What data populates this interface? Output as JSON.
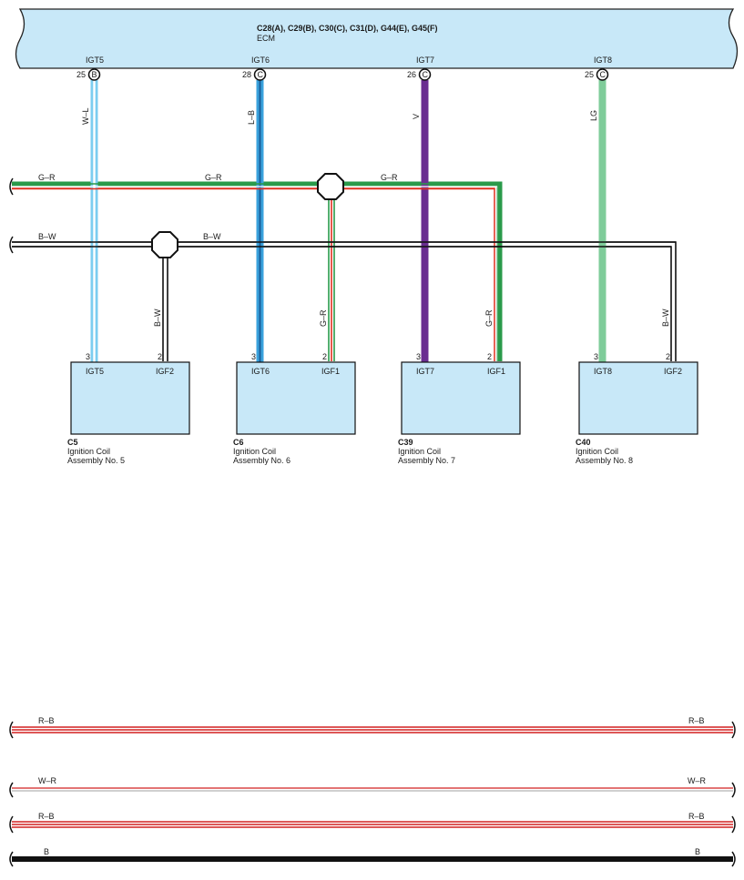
{
  "ecm": {
    "connectors": "C28(A), C29(B), C30(C), C31(D), G44(E), G45(F)",
    "name": "ECM"
  },
  "ecm_pins": [
    {
      "signal": "IGT5",
      "pin": "25",
      "connector": "B",
      "wire": "W–L"
    },
    {
      "signal": "IGT6",
      "pin": "28",
      "connector": "C",
      "wire": "L–B"
    },
    {
      "signal": "IGT7",
      "pin": "26",
      "connector": "C",
      "wire": "V"
    },
    {
      "signal": "IGT8",
      "pin": "25",
      "connector": "C",
      "wire": "LG"
    }
  ],
  "bus_wires": {
    "g_r": "G–R",
    "b_w": "B–W"
  },
  "coils": [
    {
      "code": "C5",
      "name": "Ignition Coil",
      "assembly": "Assembly No.  5",
      "pin_left": "3",
      "signal_left": "IGT5",
      "pin_right": "2",
      "signal_right": "IGF2",
      "drop_wire": "B–W"
    },
    {
      "code": "C6",
      "name": "Ignition Coil",
      "assembly": "Assembly No.  6",
      "pin_left": "3",
      "signal_left": "IGT6",
      "pin_right": "2",
      "signal_right": "IGF1",
      "drop_wire": "G–R"
    },
    {
      "code": "C39",
      "name": "Ignition Coil",
      "assembly": "Assembly No.  7",
      "pin_left": "3",
      "signal_left": "IGT7",
      "pin_right": "2",
      "signal_right": "IGF1",
      "drop_wire": "G–R"
    },
    {
      "code": "C40",
      "name": "Ignition Coil",
      "assembly": "Assembly No.  8",
      "pin_left": "3",
      "signal_left": "IGT8",
      "pin_right": "2",
      "signal_right": "IGF2",
      "drop_wire": "B–W"
    }
  ],
  "power_lines": [
    {
      "label": "R–B",
      "color": "#d22020",
      "style": "double"
    },
    {
      "label": "W–R",
      "color": "#d22020",
      "style": "thin"
    },
    {
      "label": "R–B",
      "color": "#d22020",
      "style": "double"
    },
    {
      "label": "B",
      "color": "#111111",
      "style": "solid"
    }
  ],
  "colors": {
    "box_fill": "#c8e8f8",
    "w_l": "#7ccdf0",
    "l_b": "#3aa2dc",
    "v": "#6a2d91",
    "lg": "#7fcc9a",
    "g": "#2a9a4a",
    "r": "#e03020"
  }
}
